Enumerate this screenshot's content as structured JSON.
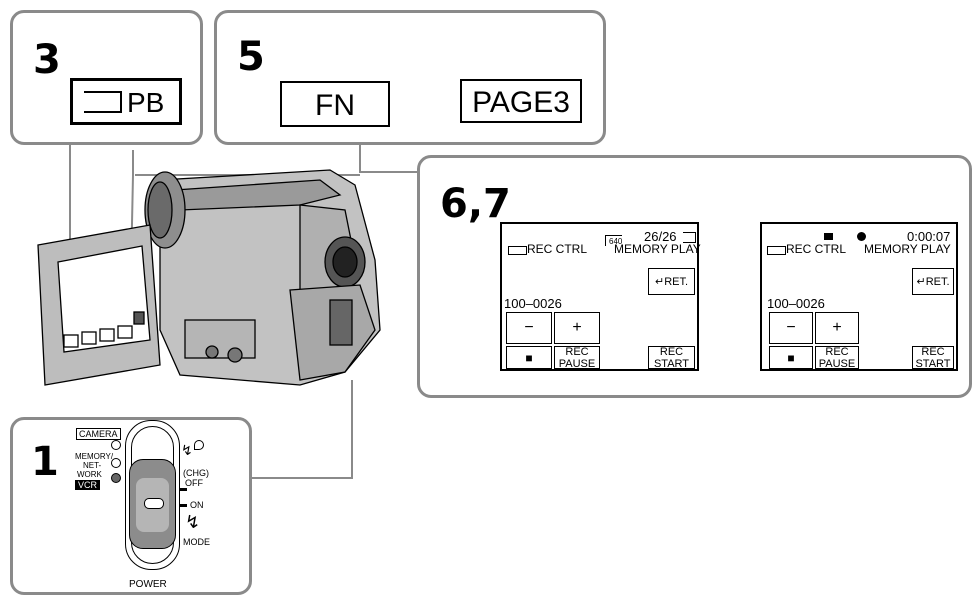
{
  "steps": {
    "s1": "1",
    "s3": "3",
    "s5": "5",
    "s67": "6,7"
  },
  "step3": {
    "pb_label": "PB"
  },
  "step5": {
    "fn_label": "FN",
    "page_label": "PAGE3"
  },
  "screen_left": {
    "counter": "26/26",
    "mode_icon_text": "640",
    "rec_ctrl": "REC CTRL",
    "memory_play": "MEMORY PLAY",
    "ret": "RET.",
    "file_no": "100–0026",
    "minus": "−",
    "plus": "+",
    "stop": "■",
    "rec_pause_1": "REC",
    "rec_pause_2": "PAUSE",
    "rec_start_1": "REC",
    "rec_start_2": "START"
  },
  "screen_right": {
    "time": "0:00:07",
    "rec_ctrl": "REC CTRL",
    "memory_play": "MEMORY PLAY",
    "ret": "RET.",
    "file_no": "100–0026",
    "minus": "−",
    "plus": "+",
    "stop": "■",
    "rec_pause_1": "REC",
    "rec_pause_2": "PAUSE",
    "rec_start_1": "REC",
    "rec_start_2": "START"
  },
  "power_switch": {
    "camera": "CAMERA",
    "memory_1": "MEMORY/",
    "memory_2": "NET-",
    "memory_3": "WORK",
    "vcr": "VCR",
    "chg": "(CHG)",
    "off": "OFF",
    "on": "ON",
    "mode": "MODE",
    "power": "POWER"
  }
}
